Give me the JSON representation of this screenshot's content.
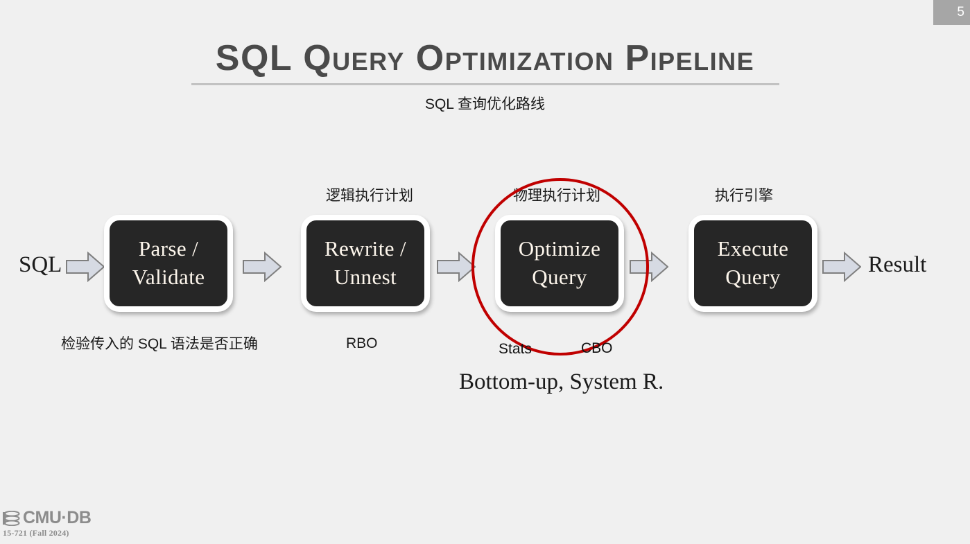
{
  "slide": {
    "number": "5",
    "number_bg": "#a6a6a6",
    "background": "#f0f0f0"
  },
  "header": {
    "title": "SQL Query Optimization Pipeline",
    "subtitle": "SQL 查询优化路线",
    "title_color": "#4a4a4a",
    "rule_color": "#c2c2c2"
  },
  "diagram": {
    "type": "pipeline-flow",
    "input_label": "SQL",
    "output_label": "Result",
    "node_fill": "#262626",
    "node_border": "#ffffff",
    "node_text_color": "#fdf6ec",
    "arrow_fill": "#d6dae3",
    "arrow_stroke": "#7f7f7f",
    "nodes": [
      {
        "id": "parse-validate",
        "line1": "Parse /",
        "line2": "Validate",
        "top_label": "",
        "bottom_label": "检验传入的 SQL 语法是否正确"
      },
      {
        "id": "rewrite-unnest",
        "line1": "Rewrite /",
        "line2": "Unnest",
        "top_label": "逻辑执行计划",
        "bottom_label": "RBO"
      },
      {
        "id": "optimize-query",
        "line1": "Optimize",
        "line2": "Query",
        "top_label": "物理执行计划",
        "bottom_label": ""
      },
      {
        "id": "execute-query",
        "line1": "Execute",
        "line2": "Query",
        "top_label": "执行引擎",
        "bottom_label": ""
      }
    ],
    "annotations": {
      "circle_color": "#c00000",
      "circle_target": "optimize-query",
      "stats": "Stats",
      "cbo": "CBO",
      "note": "Bottom-up, System R."
    }
  },
  "footer": {
    "brand": "CMU·DB",
    "course": "15-721 (Fall 2024)",
    "color": "#8c8c8c"
  }
}
